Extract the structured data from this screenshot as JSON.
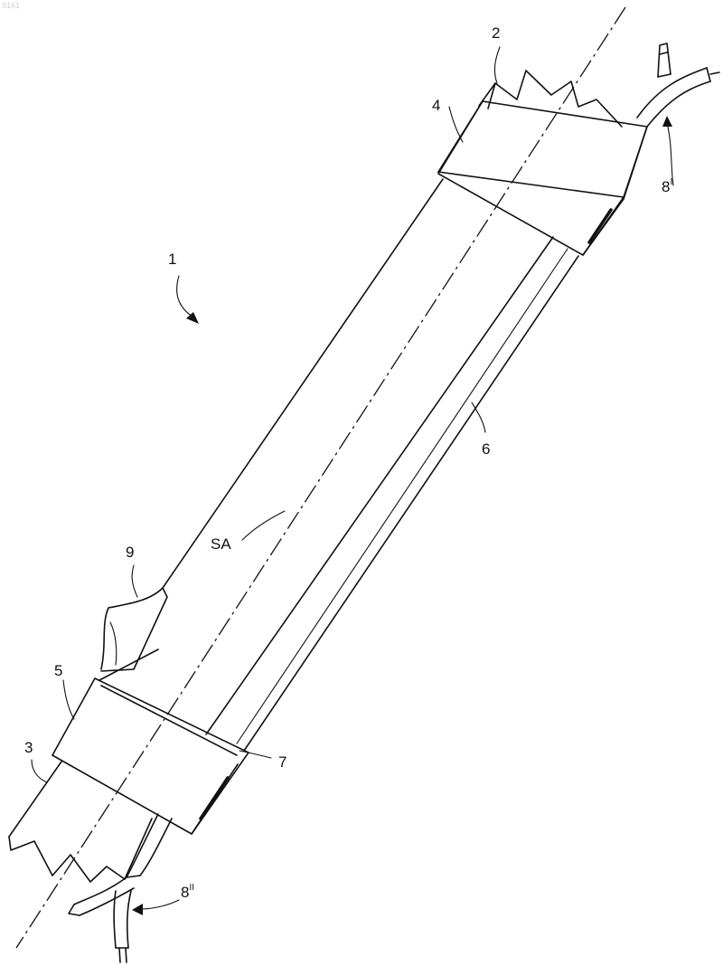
{
  "watermark": "9161",
  "labels": {
    "assembly": "1",
    "upper_pipe": "2",
    "lower_pipe": "3",
    "upper_clamp": "4",
    "lower_clamp": "5",
    "heating_strip": "6",
    "strip_end": "7",
    "upper_lead": "8",
    "upper_lead_sup": "I",
    "lower_lead": "8",
    "lower_lead_sup": "II",
    "cutaway": "9",
    "axis": "SA"
  }
}
